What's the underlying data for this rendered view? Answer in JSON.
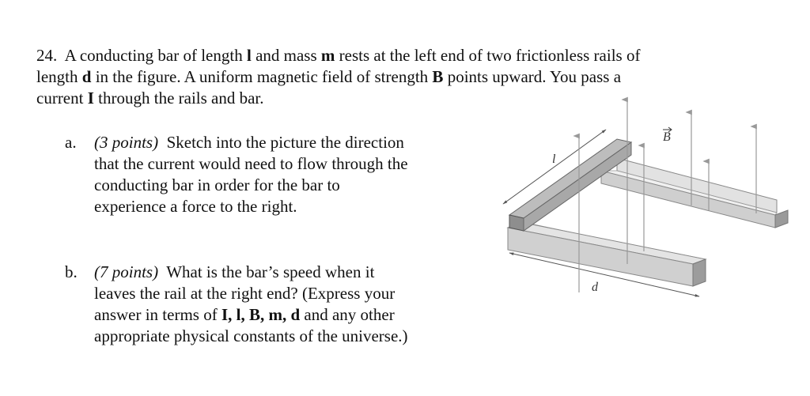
{
  "problem": {
    "number": "24.",
    "intro_parts": [
      "A conducting bar of length ",
      "l",
      " and mass ",
      "m",
      " rests at the left end of two frictionless rails of",
      "length ",
      "d",
      " in the figure.  A uniform magnetic field of strength ",
      "B",
      " points upward.  You pass a",
      "current ",
      "I",
      " through the rails and bar."
    ]
  },
  "part_a": {
    "letter": "a.",
    "points": "(3 points)",
    "lines": [
      "Sketch into the picture the direction",
      "that the current would need to flow through the",
      "conducting bar in order for the bar to",
      "experience a force to the right."
    ]
  },
  "part_b": {
    "letter": "b.",
    "points": "(7 points)",
    "lines": [
      "What is the bar’s speed when it",
      "leaves the rail at the right end? (Express your",
      "answer in terms of ",
      "I, l, B, m, d",
      " and any other",
      "appropriate physical constants of the universe.)"
    ]
  },
  "figure": {
    "label_length": "l",
    "label_distance": "d",
    "label_field": "B"
  }
}
